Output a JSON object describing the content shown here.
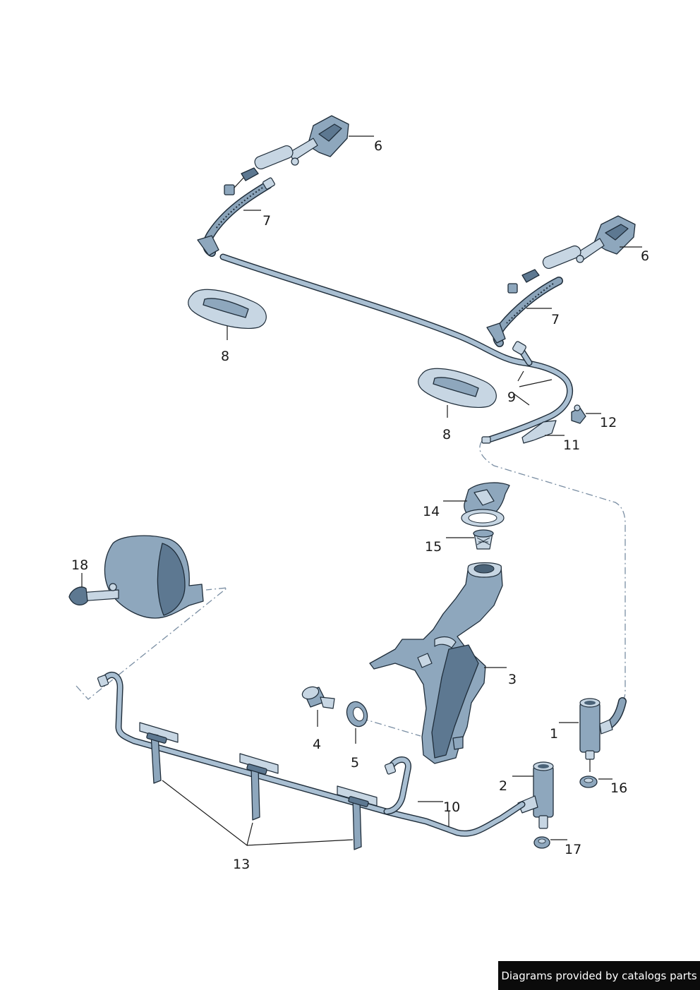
{
  "callouts": {
    "c6a": "6",
    "c7a": "7",
    "c6b": "6",
    "c7b": "7",
    "c8a": "8",
    "c8b": "8",
    "c9": "9",
    "c12": "12",
    "c11": "11",
    "c14": "14",
    "c15": "15",
    "c18": "18",
    "c3": "3",
    "c1": "1",
    "c4": "4",
    "c5": "5",
    "c16": "16",
    "c2": "2",
    "c10": "10",
    "c17": "17",
    "c13": "13"
  },
  "footer": {
    "credit": "Diagrams provided by catalogs parts"
  },
  "colors": {
    "part_fill": "#8ea7bd",
    "part_dark": "#5d7891",
    "outline": "#1f2d3a",
    "footer_bg": "#0b0b0b"
  }
}
